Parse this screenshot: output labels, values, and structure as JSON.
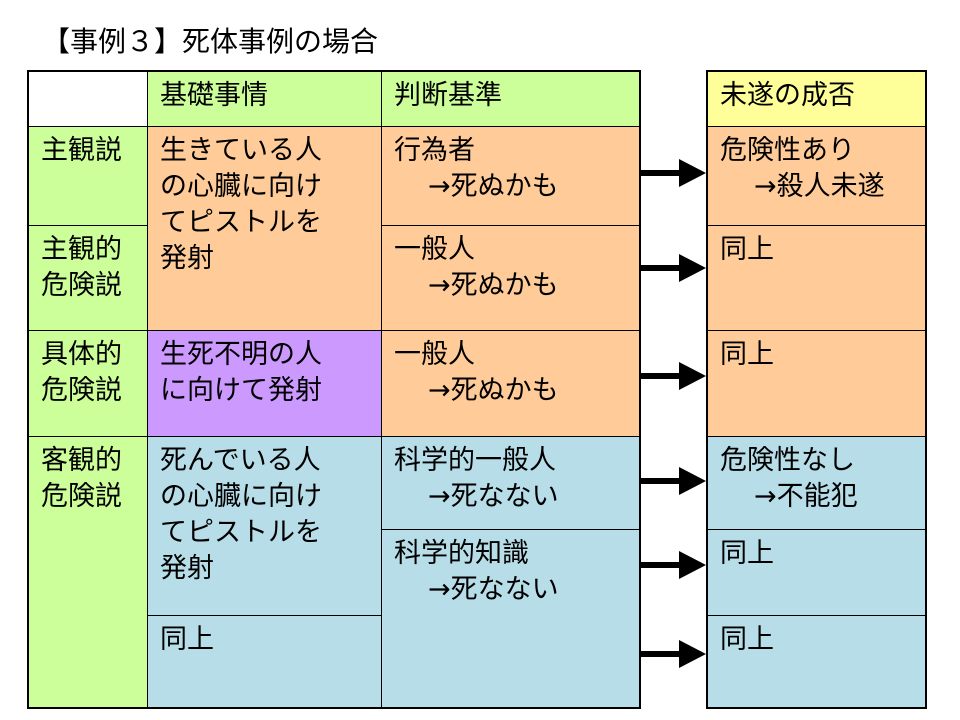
{
  "title": "【事例３】死体事例の場合",
  "table": {
    "headers": {
      "circumstance": "基礎事情",
      "criterion": "判断基準",
      "result": "未遂の成否"
    },
    "theories": {
      "subjective": "主観説",
      "subjective_danger": [
        "主観的",
        "危険説"
      ],
      "concrete_danger": [
        "具体的",
        "危険説"
      ],
      "objective_danger": [
        "客観的",
        "危険説"
      ]
    },
    "circumstances": {
      "alive": [
        "生きている人",
        "の心臓に向け",
        "てピストルを",
        "発射"
      ],
      "unknown": [
        "生死不明の人",
        "に向けて発射"
      ],
      "dead": [
        "死んでいる人",
        "の心臓に向け",
        "てピストルを",
        "発射"
      ],
      "dead_same": "同上"
    },
    "criteria": {
      "actor": [
        "行為者",
        "→死ぬかも"
      ],
      "ordinary_1": [
        "一般人",
        "→死ぬかも"
      ],
      "ordinary_2": [
        "一般人",
        "→死ぬかも"
      ],
      "scientific_ordinary": [
        "科学的一般人",
        "→死なない"
      ],
      "scientific_knowledge": [
        "科学的知識",
        "→死なない"
      ]
    },
    "results": {
      "r1": [
        "危険性あり",
        "→殺人未遂"
      ],
      "r2": "同上",
      "r3": "同上",
      "r4": [
        "危険性なし",
        "→不能犯"
      ],
      "r5": "同上",
      "r6": "同上"
    }
  },
  "colors": {
    "green": "#ccff99",
    "orange": "#ffcc99",
    "purple": "#cc99ff",
    "blue": "#b7dde8",
    "yellow": "#ffff99"
  },
  "icons": [
    "right-arrow-icon"
  ]
}
